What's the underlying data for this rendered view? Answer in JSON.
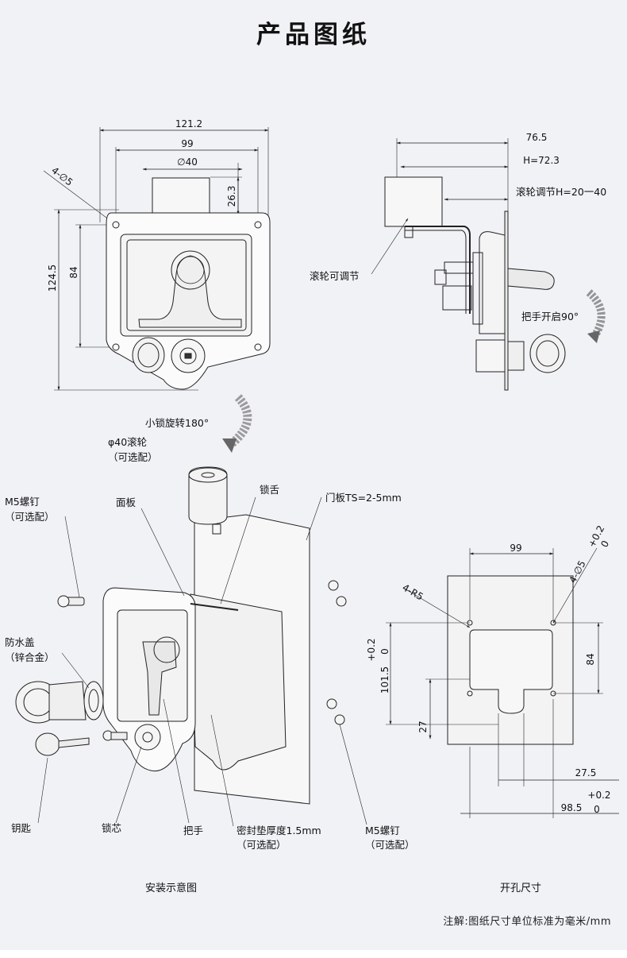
{
  "title": "产品图纸",
  "front_view": {
    "dims": {
      "overall_width": "121.2",
      "hole_width": "99",
      "roller_dia": "∅40",
      "roller_height": "26.3",
      "holes": "4-∅5",
      "overall_height": "124.5",
      "hole_height": "84"
    }
  },
  "side_view": {
    "dims": {
      "depth": "76.5",
      "h_value": "H=72.3",
      "roller_adjust": "滚轮调节H=20一40"
    },
    "labels": {
      "roller_adjustable": "滚轮可调节",
      "handle_open": "把手开启90°"
    }
  },
  "rotate_label": "小锁旋转180°",
  "install": {
    "labels": {
      "roller_line1": "φ40滚轮",
      "roller_line2": "（可选配）",
      "latch": "锁舌",
      "door": "门板TS=2-5mm",
      "panel": "面板",
      "screw_left_line1": "M5螺钉",
      "screw_left_line2": "（可选配）",
      "cover_line1": "防水盖",
      "cover_line2": "（锌合金）",
      "key": "钥匙",
      "lock_core": "锁芯",
      "handle": "把手",
      "gasket_line1": "密封垫厚度1.5mm",
      "gasket_line2": "（可选配）",
      "screw_right_line1": "M5螺钉",
      "screw_right_line2": "（可选配）"
    },
    "caption": "安装示意图"
  },
  "cutout": {
    "dims": {
      "width": "99",
      "holes": "4-∅5",
      "holes_tol_plus": "+0.2",
      "holes_tol_zero": "0",
      "radius": "4-R5",
      "height": "84",
      "tol_plus_left": "+0.2",
      "tol_zero_left": "0",
      "height_total": "101.5",
      "notch_depth": "27",
      "notch_width": "27.5",
      "width_total": "98.5",
      "tol_plus_bottom": "+0.2",
      "tol_zero_bottom": "0"
    },
    "caption": "开孔尺寸"
  },
  "note": "注解:图纸尺寸单位标准为毫米/mm"
}
